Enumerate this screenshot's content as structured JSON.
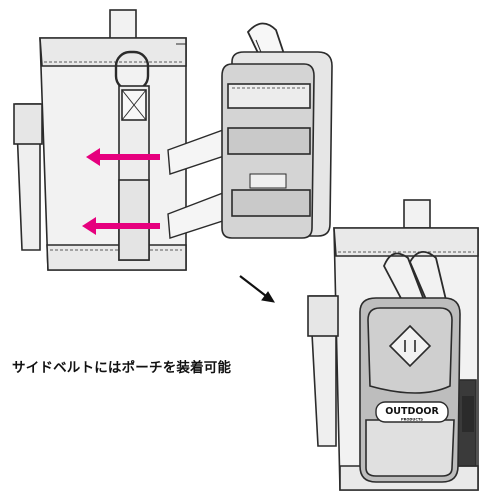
{
  "caption": "サイドベルトにはポーチを装着可能",
  "logo": {
    "brand": "OUTDOOR",
    "sub": "PRODUCTS"
  },
  "colors": {
    "outline": "#2b2b2b",
    "body_fill": "#f2f2f2",
    "panel_fill": "#d9d9d9",
    "velcro_fill": "#c8c8c8",
    "arrow_magenta": "#e6007e",
    "pouch_fill": "#bdbdbd",
    "pouch_light": "#e0e0e0"
  },
  "icons": [
    "carabiner-icon",
    "arrow-left-icon",
    "diamond-emblem-icon",
    "diagonal-arrow-icon"
  ]
}
